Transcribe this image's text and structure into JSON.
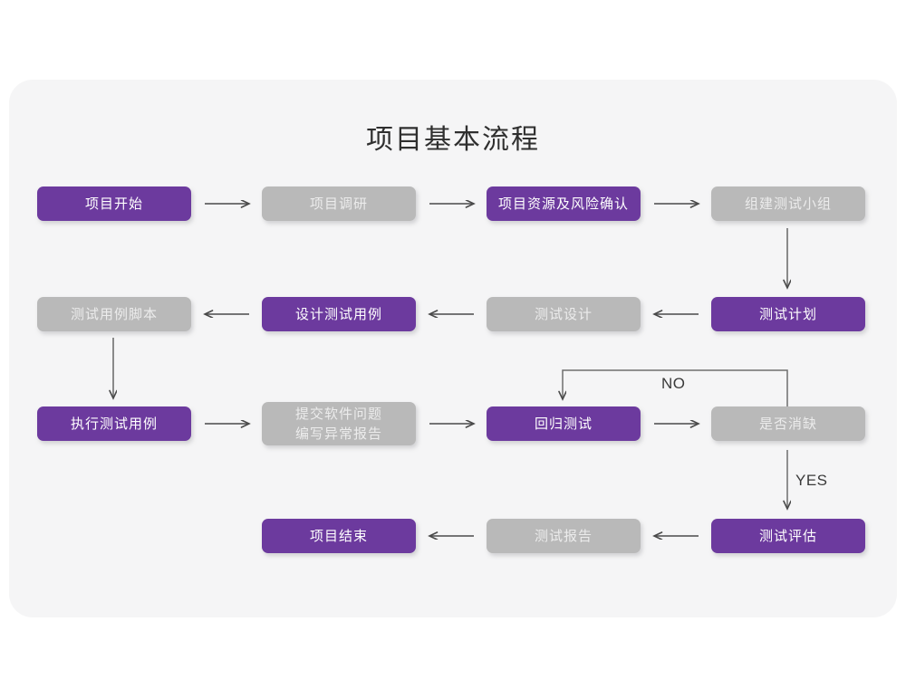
{
  "card": {
    "background": "#f5f5f6",
    "page_background": "#ffffff"
  },
  "title": "项目基本流程",
  "colors": {
    "purple": "#6c3a9e",
    "gray": "#b9b9b9",
    "gray_text": "#ececec",
    "purple_text": "#ffffff",
    "arrow": "#4a4a4a",
    "title_text": "#2f2f2f"
  },
  "chart_data": {
    "type": "diagram",
    "title": "项目基本流程",
    "nodes": [
      {
        "id": "n1",
        "label": "项目开始",
        "style": "purple",
        "row": 1,
        "col": 1
      },
      {
        "id": "n2",
        "label": "项目调研",
        "style": "gray",
        "row": 1,
        "col": 2
      },
      {
        "id": "n3",
        "label": "项目资源及风险确认",
        "style": "purple",
        "row": 1,
        "col": 3
      },
      {
        "id": "n4",
        "label": "组建测试小组",
        "style": "gray",
        "row": 1,
        "col": 4
      },
      {
        "id": "n5",
        "label": "测试用例脚本",
        "style": "gray",
        "row": 2,
        "col": 1
      },
      {
        "id": "n6",
        "label": "设计测试用例",
        "style": "purple",
        "row": 2,
        "col": 2
      },
      {
        "id": "n7",
        "label": "测试设计",
        "style": "gray",
        "row": 2,
        "col": 3
      },
      {
        "id": "n8",
        "label": "测试计划",
        "style": "purple",
        "row": 2,
        "col": 4
      },
      {
        "id": "n9",
        "label": "执行测试用例",
        "style": "purple",
        "row": 3,
        "col": 1
      },
      {
        "id": "n10",
        "label": "提交软件问题\n编写异常报告",
        "style": "gray",
        "row": 3,
        "col": 2
      },
      {
        "id": "n11",
        "label": "回归测试",
        "style": "purple",
        "row": 3,
        "col": 3
      },
      {
        "id": "n12",
        "label": "是否消缺",
        "style": "gray",
        "row": 3,
        "col": 4
      },
      {
        "id": "n13",
        "label": "项目结束",
        "style": "purple",
        "row": 4,
        "col": 2
      },
      {
        "id": "n14",
        "label": "测试报告",
        "style": "gray",
        "row": 4,
        "col": 3
      },
      {
        "id": "n15",
        "label": "测试评估",
        "style": "purple",
        "row": 4,
        "col": 4
      }
    ],
    "edges": [
      {
        "from": "n1",
        "to": "n2",
        "dir": "right",
        "label": ""
      },
      {
        "from": "n2",
        "to": "n3",
        "dir": "right",
        "label": ""
      },
      {
        "from": "n3",
        "to": "n4",
        "dir": "right",
        "label": ""
      },
      {
        "from": "n4",
        "to": "n8",
        "dir": "down",
        "label": ""
      },
      {
        "from": "n8",
        "to": "n7",
        "dir": "left",
        "label": ""
      },
      {
        "from": "n7",
        "to": "n6",
        "dir": "left",
        "label": ""
      },
      {
        "from": "n6",
        "to": "n5",
        "dir": "left",
        "label": ""
      },
      {
        "from": "n5",
        "to": "n9",
        "dir": "down",
        "label": ""
      },
      {
        "from": "n9",
        "to": "n10",
        "dir": "right",
        "label": ""
      },
      {
        "from": "n10",
        "to": "n11",
        "dir": "right",
        "label": ""
      },
      {
        "from": "n11",
        "to": "n12",
        "dir": "right",
        "label": ""
      },
      {
        "from": "n12",
        "to": "n11",
        "dir": "loop-back-top",
        "label": "NO"
      },
      {
        "from": "n12",
        "to": "n15",
        "dir": "down",
        "label": "YES"
      },
      {
        "from": "n15",
        "to": "n14",
        "dir": "left",
        "label": ""
      },
      {
        "from": "n14",
        "to": "n13",
        "dir": "left",
        "label": ""
      }
    ],
    "edge_labels": [
      "NO",
      "YES"
    ]
  },
  "labels": {
    "no": "NO",
    "yes": "YES"
  },
  "node_text": {
    "n1": "项目开始",
    "n2": "项目调研",
    "n3": "项目资源及风险确认",
    "n4": "组建测试小组",
    "n5": "测试用例脚本",
    "n6": "设计测试用例",
    "n7": "测试设计",
    "n8": "测试计划",
    "n9": "执行测试用例",
    "n10": "提交软件问题\n编写异常报告",
    "n11": "回归测试",
    "n12": "是否消缺",
    "n13": "项目结束",
    "n14": "测试报告",
    "n15": "测试评估"
  }
}
